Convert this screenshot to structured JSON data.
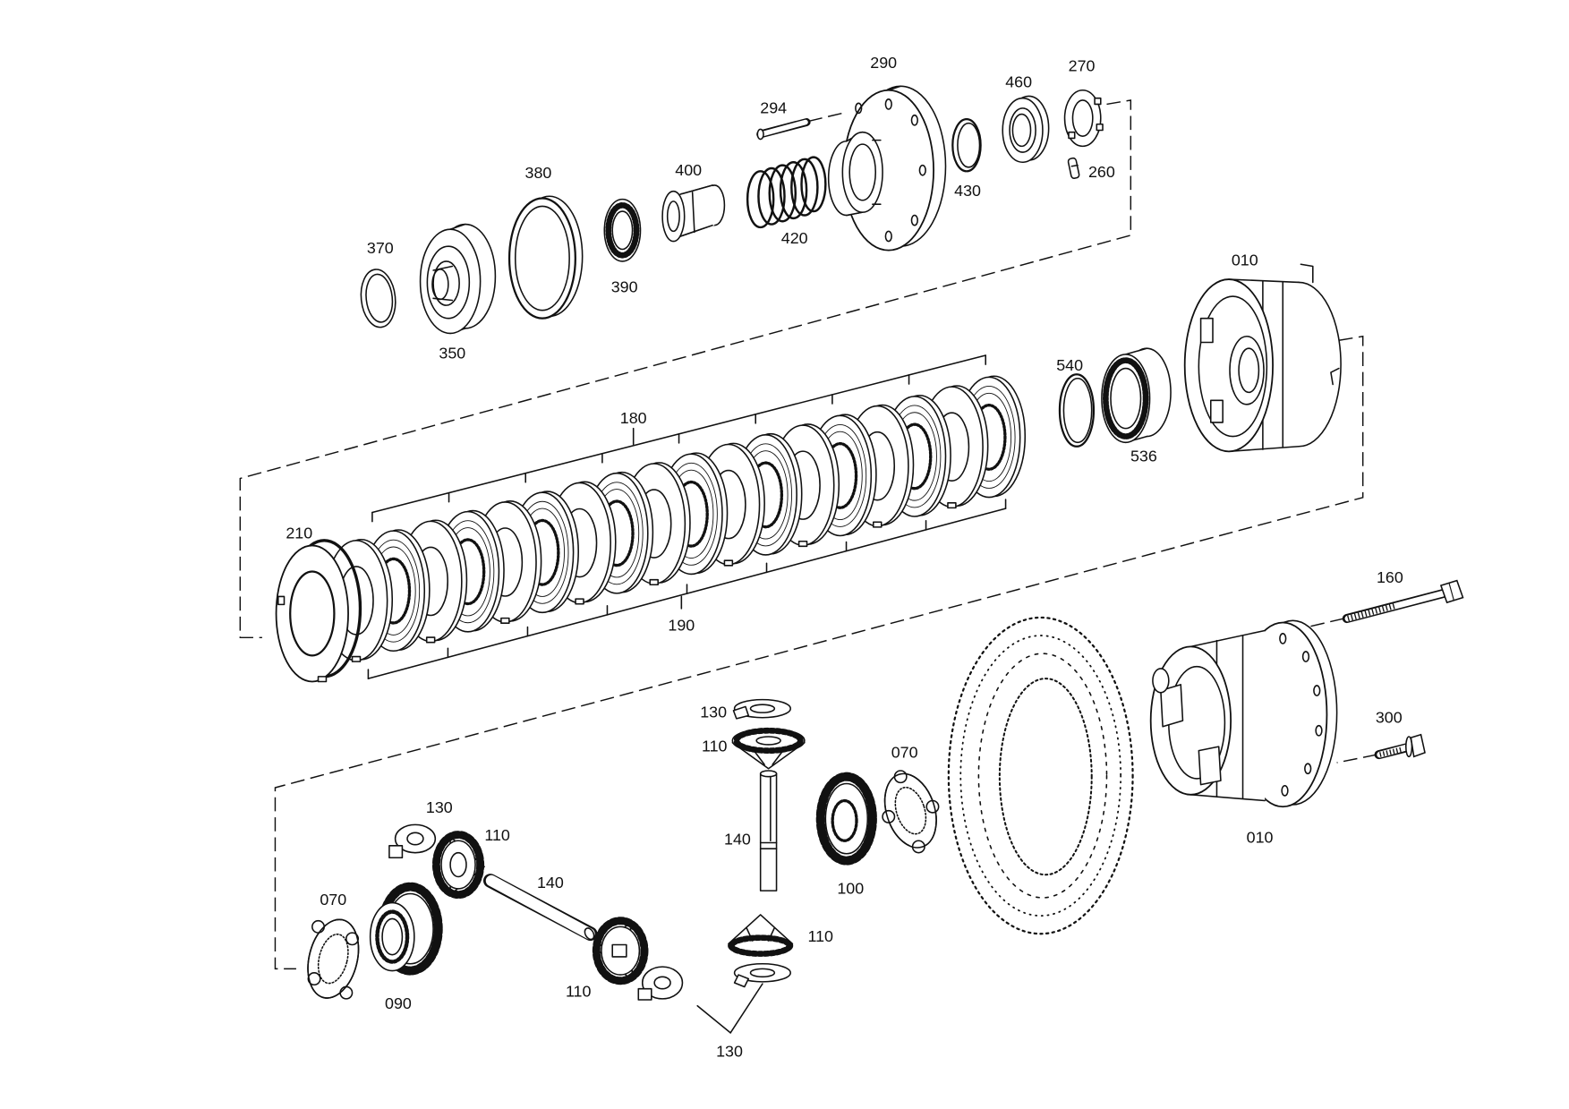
{
  "diagram": {
    "callouts": [
      {
        "label": "290"
      },
      {
        "label": "294"
      },
      {
        "label": "460"
      },
      {
        "label": "270"
      },
      {
        "label": "260"
      },
      {
        "label": "430"
      },
      {
        "label": "400"
      },
      {
        "label": "420"
      },
      {
        "label": "380"
      },
      {
        "label": "390"
      },
      {
        "label": "370"
      },
      {
        "label": "350"
      },
      {
        "label": "010"
      },
      {
        "label": "540"
      },
      {
        "label": "536"
      },
      {
        "label": "180"
      },
      {
        "label": "190"
      },
      {
        "label": "210"
      },
      {
        "label": "160"
      },
      {
        "label": "300"
      },
      {
        "label": "010"
      },
      {
        "label": "130"
      },
      {
        "label": "110"
      },
      {
        "label": "070"
      },
      {
        "label": "140"
      },
      {
        "label": "100"
      },
      {
        "label": "110"
      },
      {
        "label": "130"
      },
      {
        "label": "110"
      },
      {
        "label": "140"
      },
      {
        "label": "070"
      },
      {
        "label": "090"
      },
      {
        "label": "110"
      },
      {
        "label": "130"
      }
    ]
  }
}
